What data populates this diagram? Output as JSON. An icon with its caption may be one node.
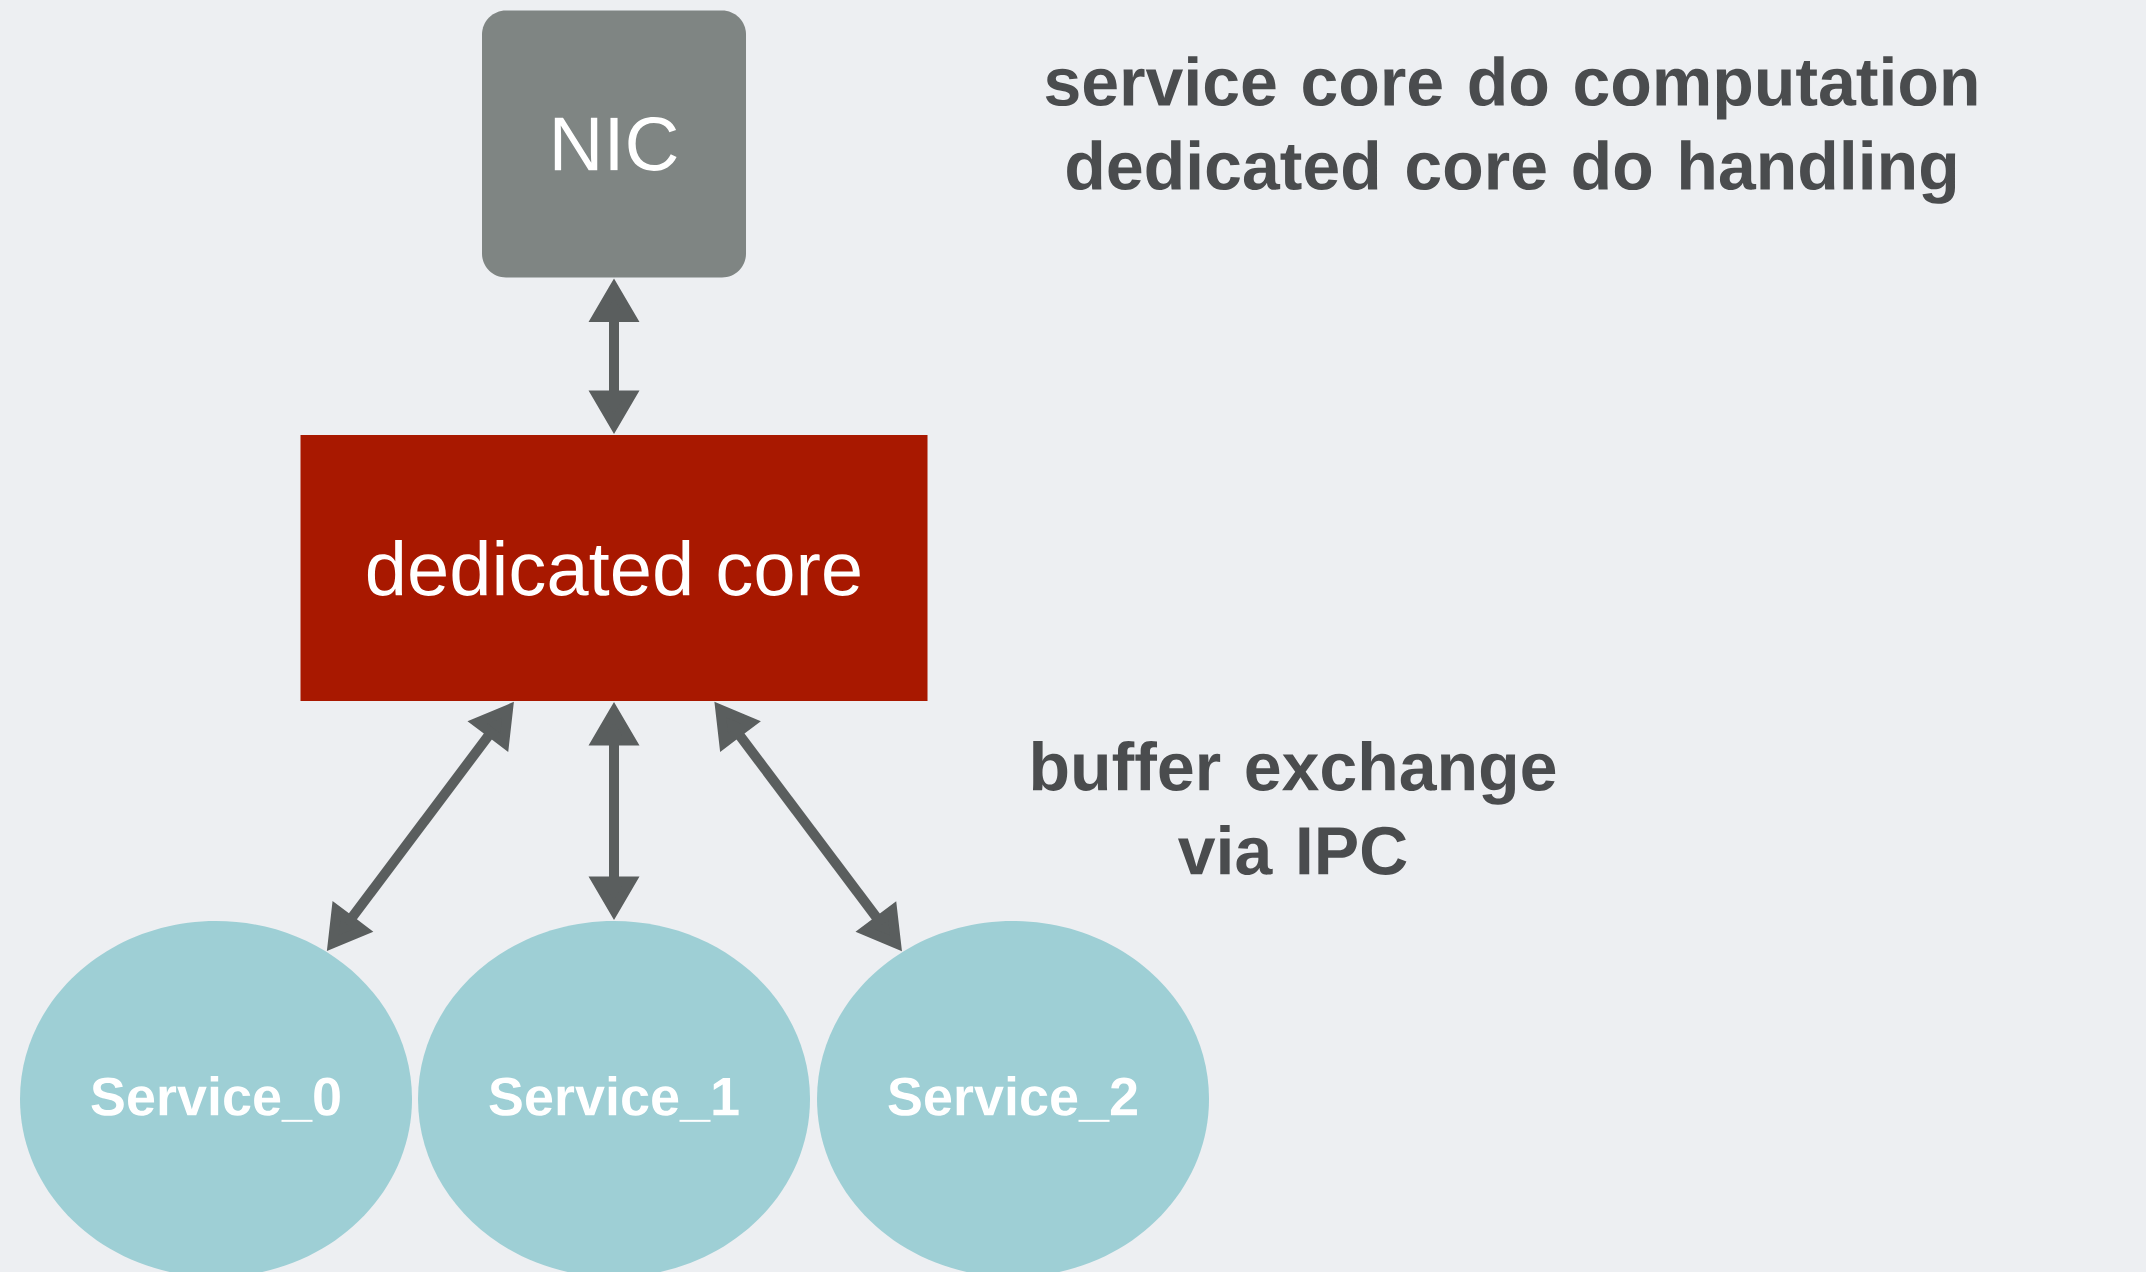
{
  "diagram": {
    "nodes": [
      {
        "text": [
          "NIC"
        ]
      },
      {
        "text": [
          "dedicated core"
        ]
      },
      {
        "text": [
          "Service_0"
        ]
      },
      {
        "text": [
          "Service_1"
        ]
      },
      {
        "text": [
          "Service_2"
        ]
      }
    ],
    "edges": [
      {
        "from": 0,
        "to": 1,
        "arrow": "both"
      },
      {
        "from": 1,
        "to": 2,
        "arrow": "both"
      },
      {
        "from": 1,
        "to": 3,
        "arrow": "both"
      },
      {
        "from": 1,
        "to": 4,
        "arrow": "both"
      }
    ],
    "labels": [
      "service core do computation dedicated core do handling",
      "buffer exchange via IPC"
    ]
  }
}
